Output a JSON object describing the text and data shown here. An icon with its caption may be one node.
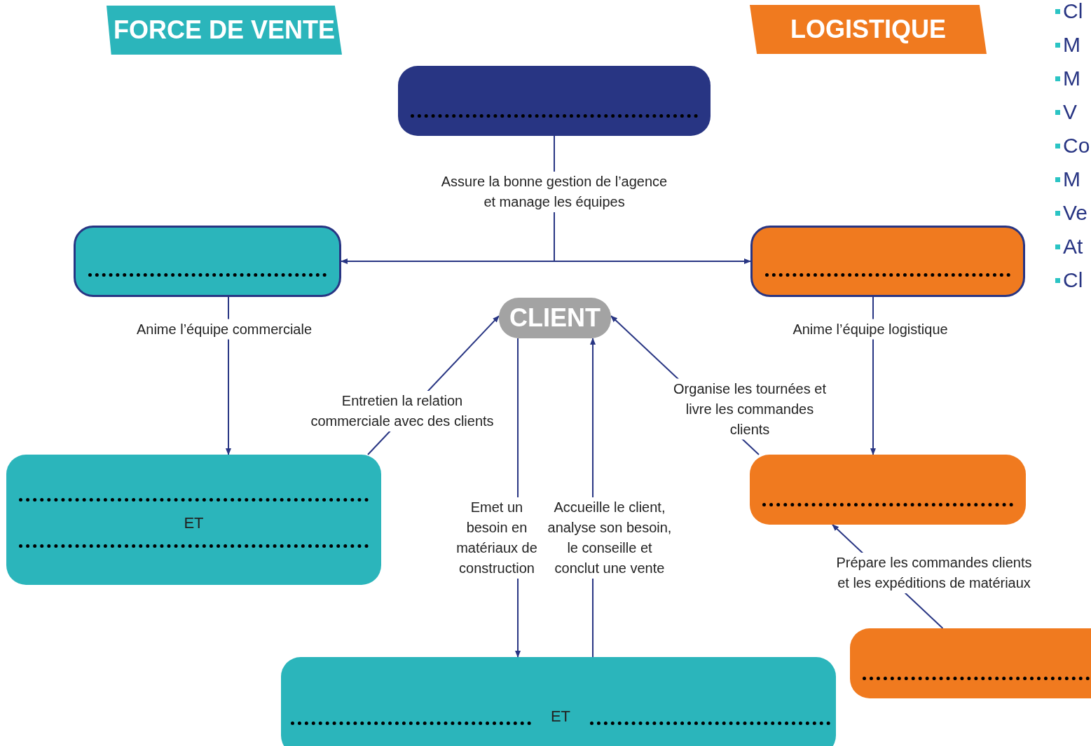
{
  "diagram": {
    "nodes": [
      {
        "text": [
          "FORCE DE VENTE"
        ]
      },
      {
        "text": [
          "LOGISTIQUE"
        ]
      },
      {
        "text": [],
        "shape": "box"
      },
      {
        "text": [],
        "shape": "box"
      },
      {
        "text": [],
        "shape": "box"
      },
      {
        "text": [
          "CLIENT"
        ]
      },
      {
        "text": [
          "ET"
        ]
      },
      {
        "text": [],
        "shape": "box"
      },
      {
        "text": [
          "ET"
        ]
      },
      {
        "text": [],
        "shape": "box"
      }
    ],
    "edges": [
      {
        "from": 2,
        "to": 3,
        "arrow": "to",
        "label": "Assure la bonne gestion de l’agence et manage les équipes"
      },
      {
        "from": 2,
        "to": 4,
        "arrow": "to"
      },
      {
        "from": 3,
        "to": 6,
        "arrow": "to",
        "label": "Anime l’équipe commerciale"
      },
      {
        "from": 4,
        "to": 7,
        "arrow": "to",
        "label": "Anime l’équipe logistique"
      },
      {
        "from": 6,
        "to": 5,
        "arrow": "to",
        "label": "Entretien la relation commerciale avec des clients"
      },
      {
        "from": 7,
        "to": 5,
        "arrow": "to",
        "label": "Organise les tournées et livre les commandes clients"
      },
      {
        "from": 5,
        "to": 8,
        "arrow": "to",
        "label": "Emet un besoin en matériaux de construction"
      },
      {
        "from": 8,
        "to": 5,
        "arrow": "to",
        "label": "Accueille le client, analyse son besoin, le conseille et conclut une vente"
      },
      {
        "from": 9,
        "to": 7,
        "arrow": "to",
        "label": "Prépare les commandes clients et les expéditions de matériaux"
      }
    ],
    "labels": [
      "Cl",
      "M",
      "M",
      "V",
      "Co",
      "M",
      "Ve",
      "At",
      "Cl"
    ]
  }
}
